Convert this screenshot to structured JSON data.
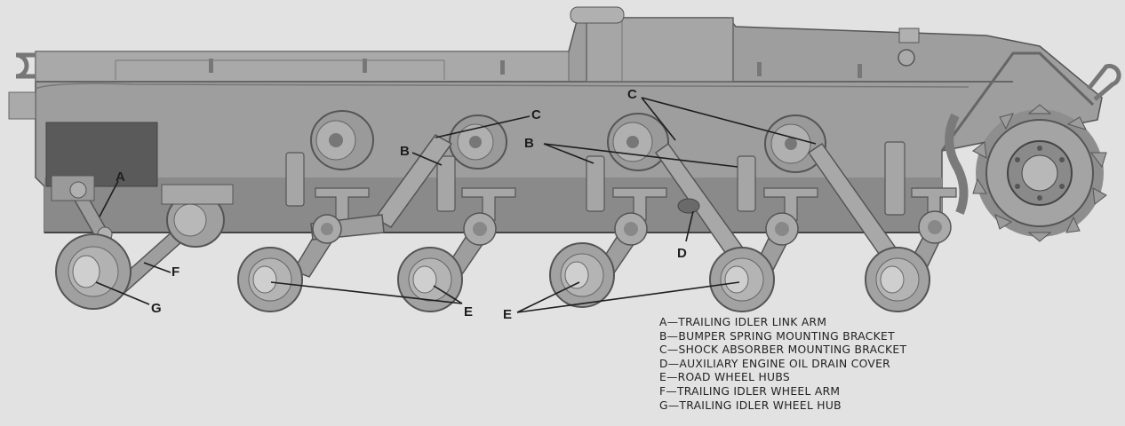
{
  "callouts": {
    "a": "A",
    "b": "B",
    "c": "C",
    "d": "D",
    "e": "E",
    "f": "F",
    "g": "G"
  },
  "legend": [
    "A—TRAILING IDLER LINK ARM",
    "B—BUMPER SPRING MOUNTING BRACKET",
    "C—SHOCK ABSORBER MOUNTING BRACKET",
    "D—AUXILIARY ENGINE OIL DRAIN COVER",
    "E—ROAD WHEEL HUBS",
    "F—TRAILING IDLER WHEEL ARM",
    "G—TRAILING IDLER WHEEL HUB"
  ],
  "colors": {
    "background": "#e2e2e2",
    "hull": "#9e9e9e",
    "hull_light": "#b6b6b6",
    "hull_dark": "#6a6a6a",
    "shadow": "#3c3c3c",
    "wheel": "#a8a8a8",
    "hub": "#c8c8c8"
  }
}
